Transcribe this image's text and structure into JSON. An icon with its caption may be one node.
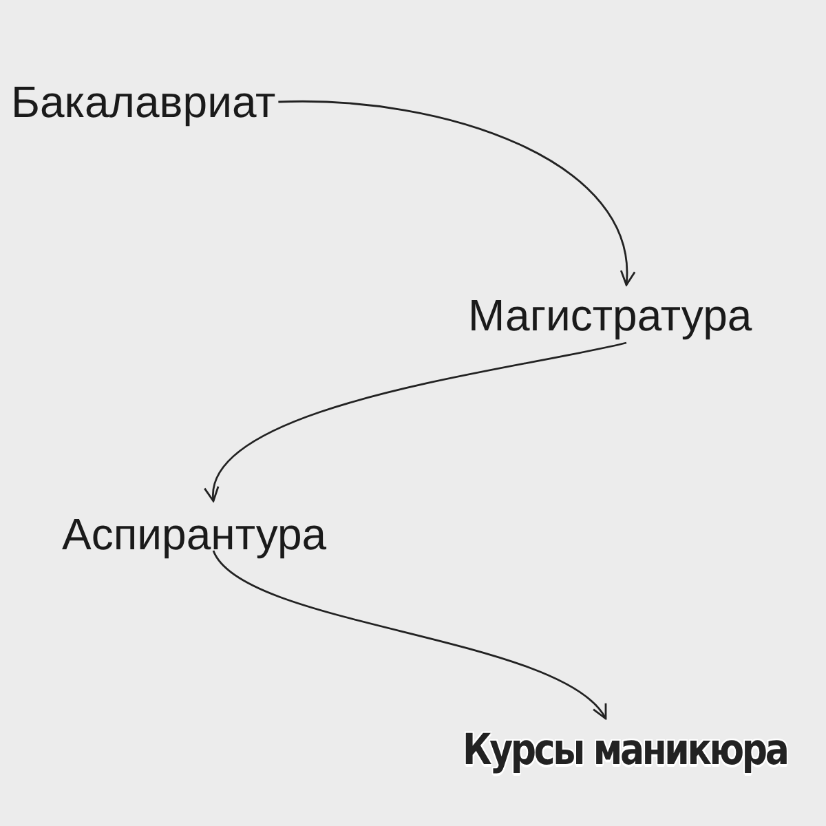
{
  "diagram": {
    "nodes": [
      {
        "text": [
          "Бакалавриат"
        ]
      },
      {
        "text": [
          "Магистратура"
        ]
      },
      {
        "text": [
          "Аспирантура"
        ]
      },
      {
        "text": [
          "Курсы маникюра"
        ]
      }
    ],
    "edges": [
      {
        "from": 0,
        "to": 1,
        "arrow": "to"
      },
      {
        "from": 1,
        "to": 2,
        "arrow": "to"
      },
      {
        "from": 2,
        "to": 3,
        "arrow": "to"
      }
    ]
  }
}
